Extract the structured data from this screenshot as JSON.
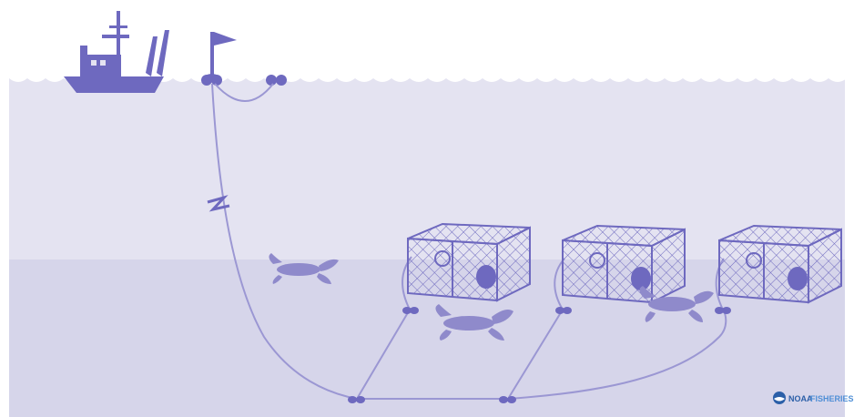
{
  "colors": {
    "sky": "#ffffff",
    "water_upper": "#e4e3f1",
    "water_lower": "#d6d5ea",
    "ink": "#6e69bf",
    "ink_dark": "#5b56ad",
    "lobster": "#8f8acb",
    "rope": "#9b97d3"
  },
  "logo": {
    "text_primary": "NOAA",
    "text_secondary": "FISHERIES",
    "icon": "noaa-emblem-icon"
  },
  "scene": {
    "traps": 3,
    "lobsters": 3,
    "buoys": 2,
    "vessel": "fishing-boat-icon",
    "flag": "highflyer-flag-icon"
  }
}
